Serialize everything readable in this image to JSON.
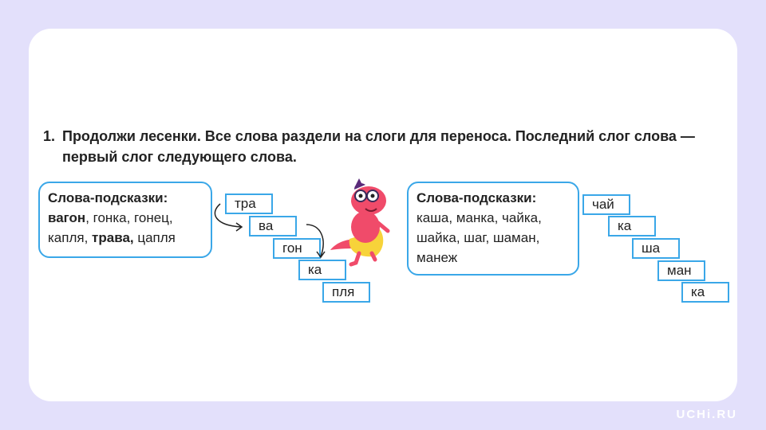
{
  "task": {
    "number": "1.",
    "text": "Продолжи лесенки. Все слова раздели на слоги для переноса. Последний слог слова — первый слог следующего слова."
  },
  "hint_left": {
    "title": "Слова-подсказки:",
    "w1": "вагон",
    "t1": ", гонка, гонец,",
    "t2": "капля, ",
    "w2": "трава,",
    "t3": " цапля"
  },
  "ladder_left": [
    "тра",
    "ва",
    "гон",
    "ка",
    "пля"
  ],
  "hint_right": {
    "title": "Слова-подсказки:",
    "line1": "каша, манка, чайка,",
    "line2": "шайка, шаг, шаман,",
    "line3": "манеж"
  },
  "ladder_right": [
    "чай",
    "ка",
    "ша",
    "ман",
    "ка"
  ],
  "logo": "UCHi.RU",
  "colors": {
    "background": "#e3e0fb",
    "accent": "#3aa7e8",
    "card": "#ffffff"
  },
  "icons": [
    "dino-mascot-icon",
    "curved-arrow-icon"
  ]
}
